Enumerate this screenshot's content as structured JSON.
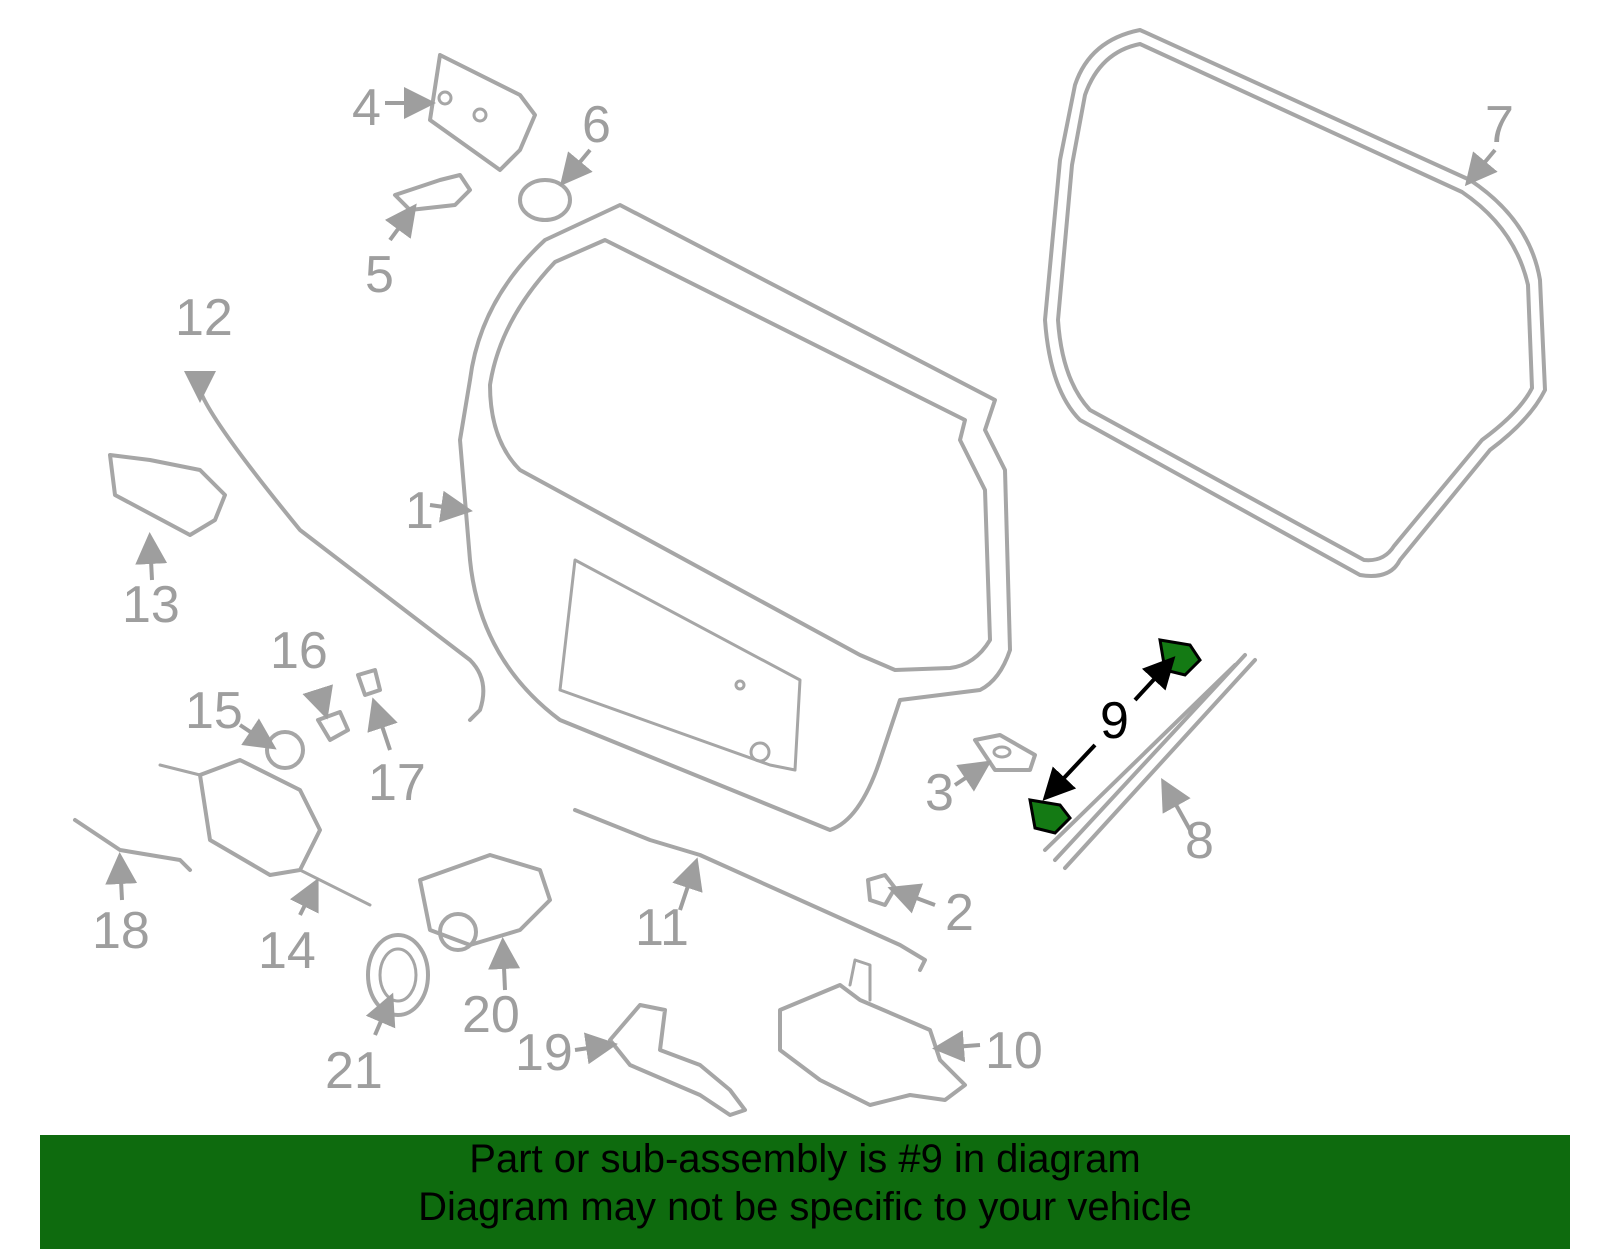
{
  "diagram": {
    "highlight_color": "#147a14",
    "part_color": "#a6a6a6",
    "highlighted_part": "9",
    "callouts": [
      "1",
      "2",
      "3",
      "4",
      "5",
      "6",
      "7",
      "8",
      "9",
      "10",
      "11",
      "12",
      "13",
      "14",
      "15",
      "16",
      "17",
      "18",
      "19",
      "20",
      "21"
    ]
  },
  "banner": {
    "color": "#0e6b0e",
    "line1": "Part or sub-assembly is #9 in diagram",
    "line2": "Diagram may not be specific to your vehicle"
  }
}
